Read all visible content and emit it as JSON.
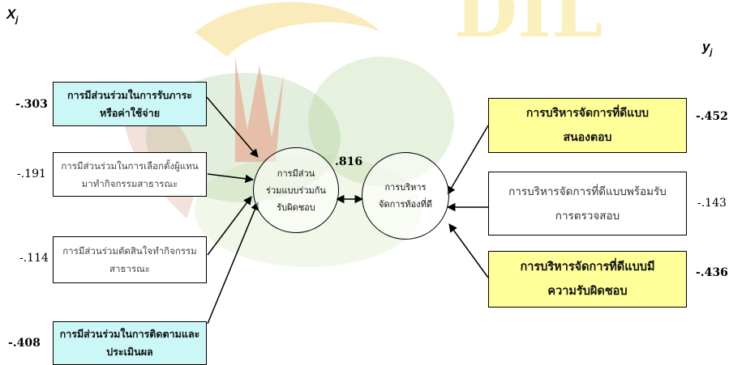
{
  "axis_left": {
    "main": "X",
    "sub": "j"
  },
  "axis_right": {
    "main": "y",
    "sub": "j"
  },
  "left_factors": [
    {
      "line1": "การมีส่วนร่วมในการรับภาระ",
      "line2": "หรือค่าใช้จ่าย",
      "coef": "-.303"
    },
    {
      "line1": "การมีส่วนร่วมในการเลือกตั้งผู้แทน",
      "line2": "มาทำกิจกรรมสาธารณะ",
      "coef": "-.191"
    },
    {
      "line1": "การมีส่วนร่วมตัดสินใจทำกิจกรรม",
      "line2": "สาธารณะ",
      "coef": "-.114"
    },
    {
      "line1": "การมีส่วนร่วมในการติดตามและ",
      "line2": "ประเมินผล",
      "coef": "-.408"
    }
  ],
  "center_left": {
    "line1": "การมีส่วน",
    "line2": "ร่วมแบบร่วมกัน",
    "line3": "รับผิดชอบ"
  },
  "center_right": {
    "line1": "การบริหาร",
    "line2": "จัดการท้องที่ดี"
  },
  "correlation": ".816",
  "right_factors": [
    {
      "line1": "การบริหารจัดการที่ดีแบบ",
      "line2": "สนองตอบ",
      "coef": "-.452"
    },
    {
      "line1": "การบริหารจัดการที่ดีแบบพร้อมรับ",
      "line2": "การตรวจสอบ",
      "coef": "-.143"
    },
    {
      "line1": "การบริหารจัดการที่ดีแบบมี",
      "line2": "ความรับผิดชอบ",
      "coef": "-.436"
    }
  ],
  "colors": {
    "cyan": "#ccf7f7",
    "yellow": "#ffff99"
  }
}
